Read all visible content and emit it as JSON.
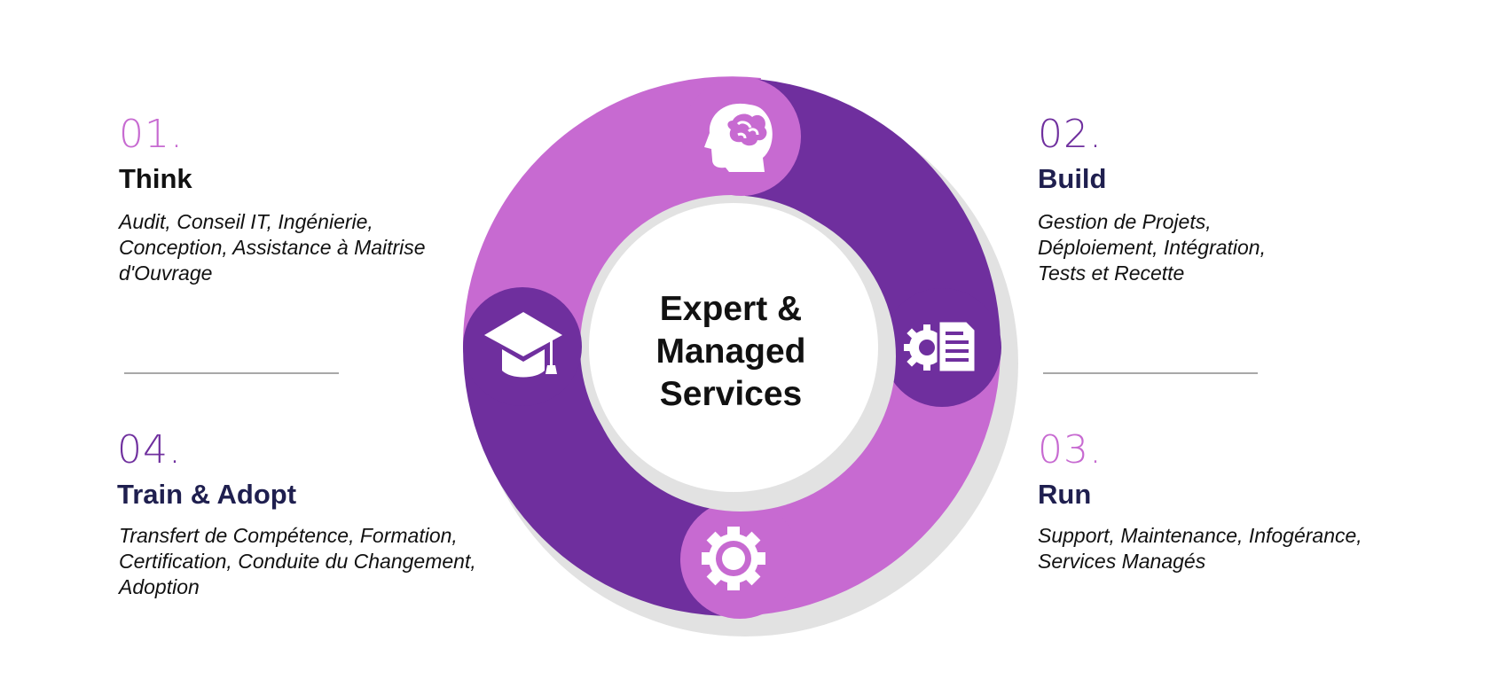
{
  "center": {
    "lines": [
      "Expert &",
      "Managed",
      "Services"
    ]
  },
  "steps": [
    {
      "number": "01.",
      "title": "Think",
      "description": [
        "Audit, Conseil IT, Ingénierie,",
        "Conception, Assistance à Maitrise",
        "d'Ouvrage"
      ]
    },
    {
      "number": "02.",
      "title": "Build",
      "description": [
        "Gestion de Projets,",
        "Déploiement, Intégration,",
        "Tests et Recette"
      ]
    },
    {
      "number": "03.",
      "title": "Run",
      "description": [
        "Support, Maintenance, Infogérance,",
        "Services Managés"
      ]
    },
    {
      "number": "04.",
      "title": "Train & Adopt",
      "description": [
        "Transfert de Compétence, Formation,",
        "Certification, Conduite du Changement,",
        "Adoption"
      ]
    }
  ],
  "colors": {
    "light_purple": "#c76ad1",
    "dark_purple": "#6f2f9e",
    "navy": "#1f1f4f",
    "shadow": "#e2e2e2",
    "divider": "#a8a8a8"
  },
  "icons": [
    "brain-head-icon",
    "gear-document-icon",
    "gear-icon",
    "graduation-cap-icon"
  ]
}
